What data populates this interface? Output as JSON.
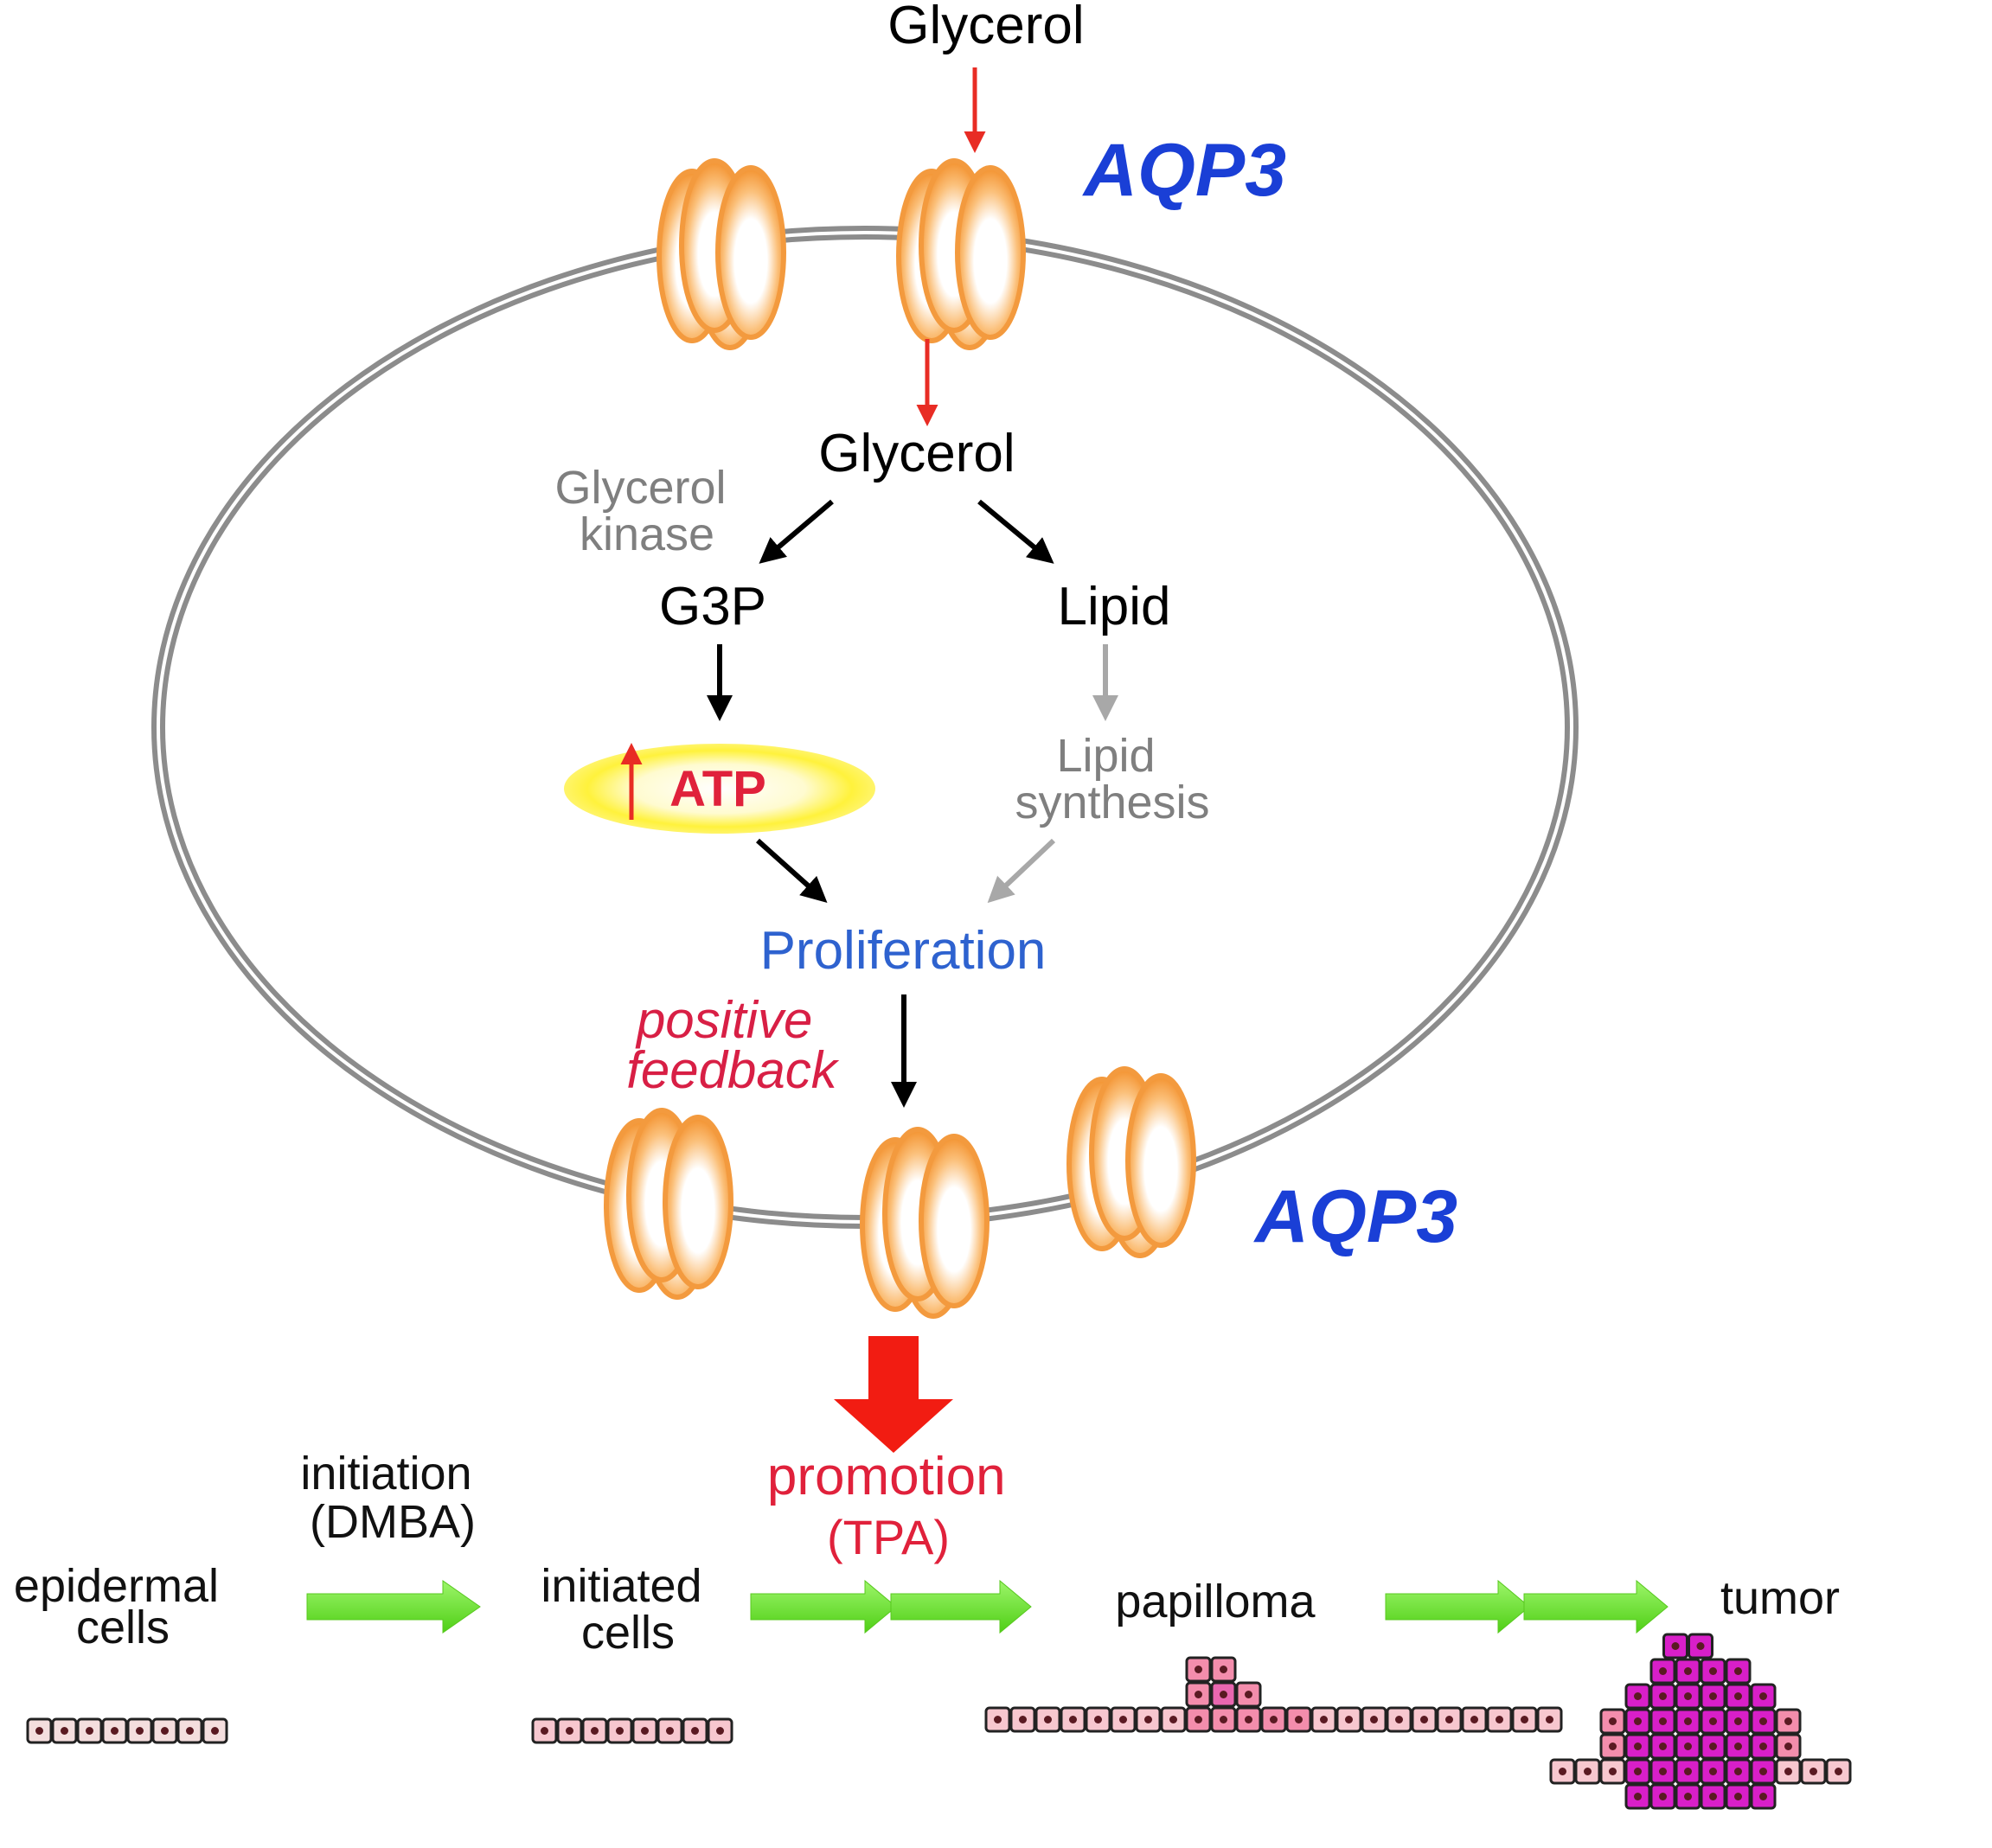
{
  "top_glycerol": "Glycerol",
  "aqp_top": "AQP3",
  "aqp_bottom": "AQP3",
  "inner_glycerol": "Glycerol",
  "enzyme_line1": "Glycerol",
  "enzyme_line2": "kinase",
  "g3p": "G3P",
  "lipid": "Lipid",
  "atp": "ATP",
  "lipid_synth_line1": "Lipid",
  "lipid_synth_line2": "synthesis",
  "proliferation": "Proliferation",
  "feedback_line1": "positive",
  "feedback_line2": "feedback",
  "promotion_line1": "promotion",
  "promotion_line2": "(TPA)",
  "initiation_line1": "initiation",
  "initiation_line2": "(DMBA)",
  "stages": {
    "epidermal_line1": "epidermal",
    "epidermal_line2": "cells",
    "initiated_line1": "initiated",
    "initiated_line2": "cells",
    "papilloma": "papilloma",
    "tumor": "tumor"
  },
  "colors": {
    "membrane": "#8c8c8c",
    "channel": "#f5993a",
    "aqp_label": "#1a3fd6",
    "transport_arrow": "#e82c24",
    "pathway_arrow": "#000000",
    "lipid_arrow": "#a8a8a8",
    "atp_glow": "#fff23c",
    "proliferation": "#2e62cf",
    "feedback": "#d81f45",
    "progression_arrow": "#6ee02e",
    "normal_cell": "#f4dede",
    "initiated_cell": "#f7c7cf",
    "papilloma_cell": "#f38dac",
    "tumor_cell": "#d81fc8"
  }
}
